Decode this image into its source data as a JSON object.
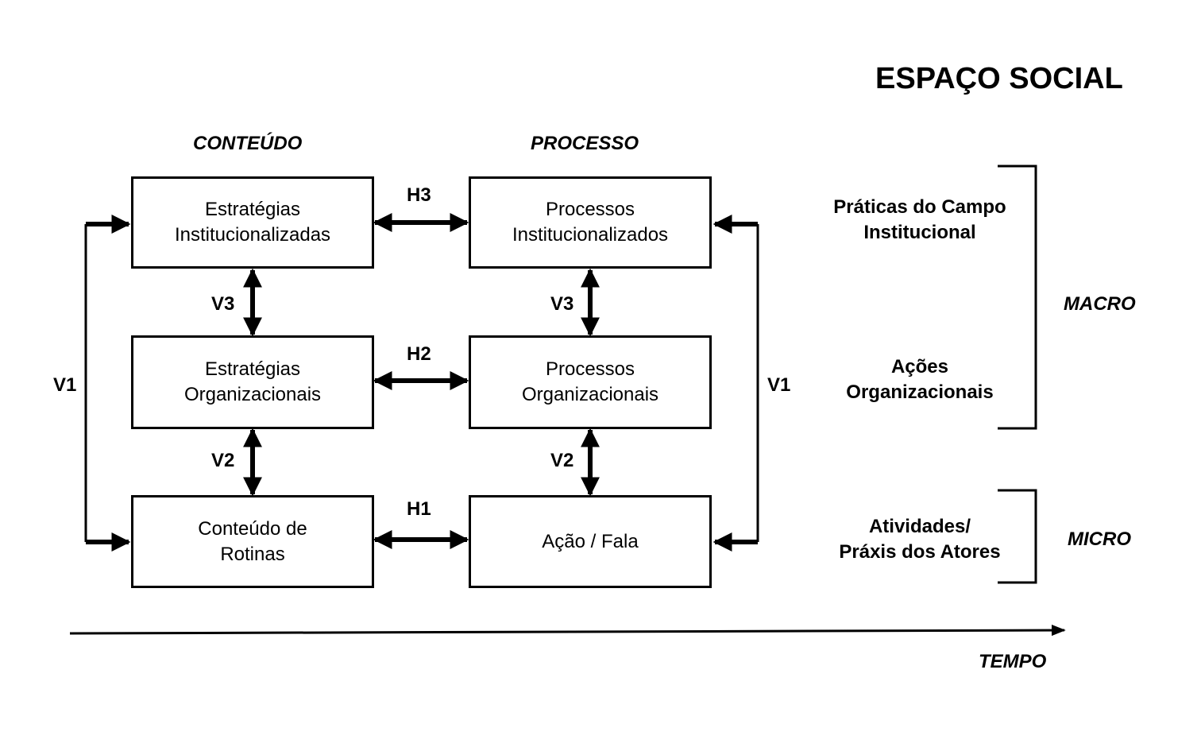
{
  "title": "ESPAÇO SOCIAL",
  "columns": {
    "content": "CONTEÚDO",
    "process": "PROCESSO"
  },
  "boxes": {
    "strat_inst": [
      "Estratégias",
      "Institucionalizadas"
    ],
    "proc_inst": [
      "Processos",
      "Institucionalizados"
    ],
    "strat_org": [
      "Estratégias",
      "Organizacionais"
    ],
    "proc_org": [
      "Processos",
      "Organizacionais"
    ],
    "rotinas": [
      "Conteúdo de",
      "Rotinas"
    ],
    "acao": [
      "Ação / Fala"
    ]
  },
  "links": {
    "h3": "H3",
    "h2": "H2",
    "h1": "H1",
    "v3": "V3",
    "v2": "V2",
    "v1": "V1"
  },
  "levels": {
    "campo": [
      "Práticas do Campo",
      "Institucional"
    ],
    "acoes": [
      "Ações",
      "Organizacionais"
    ],
    "atividades": [
      "Atividades/",
      "Práxis dos Atores"
    ]
  },
  "scales": {
    "macro": "MACRO",
    "micro": "MICRO"
  },
  "axis": "TEMPO"
}
